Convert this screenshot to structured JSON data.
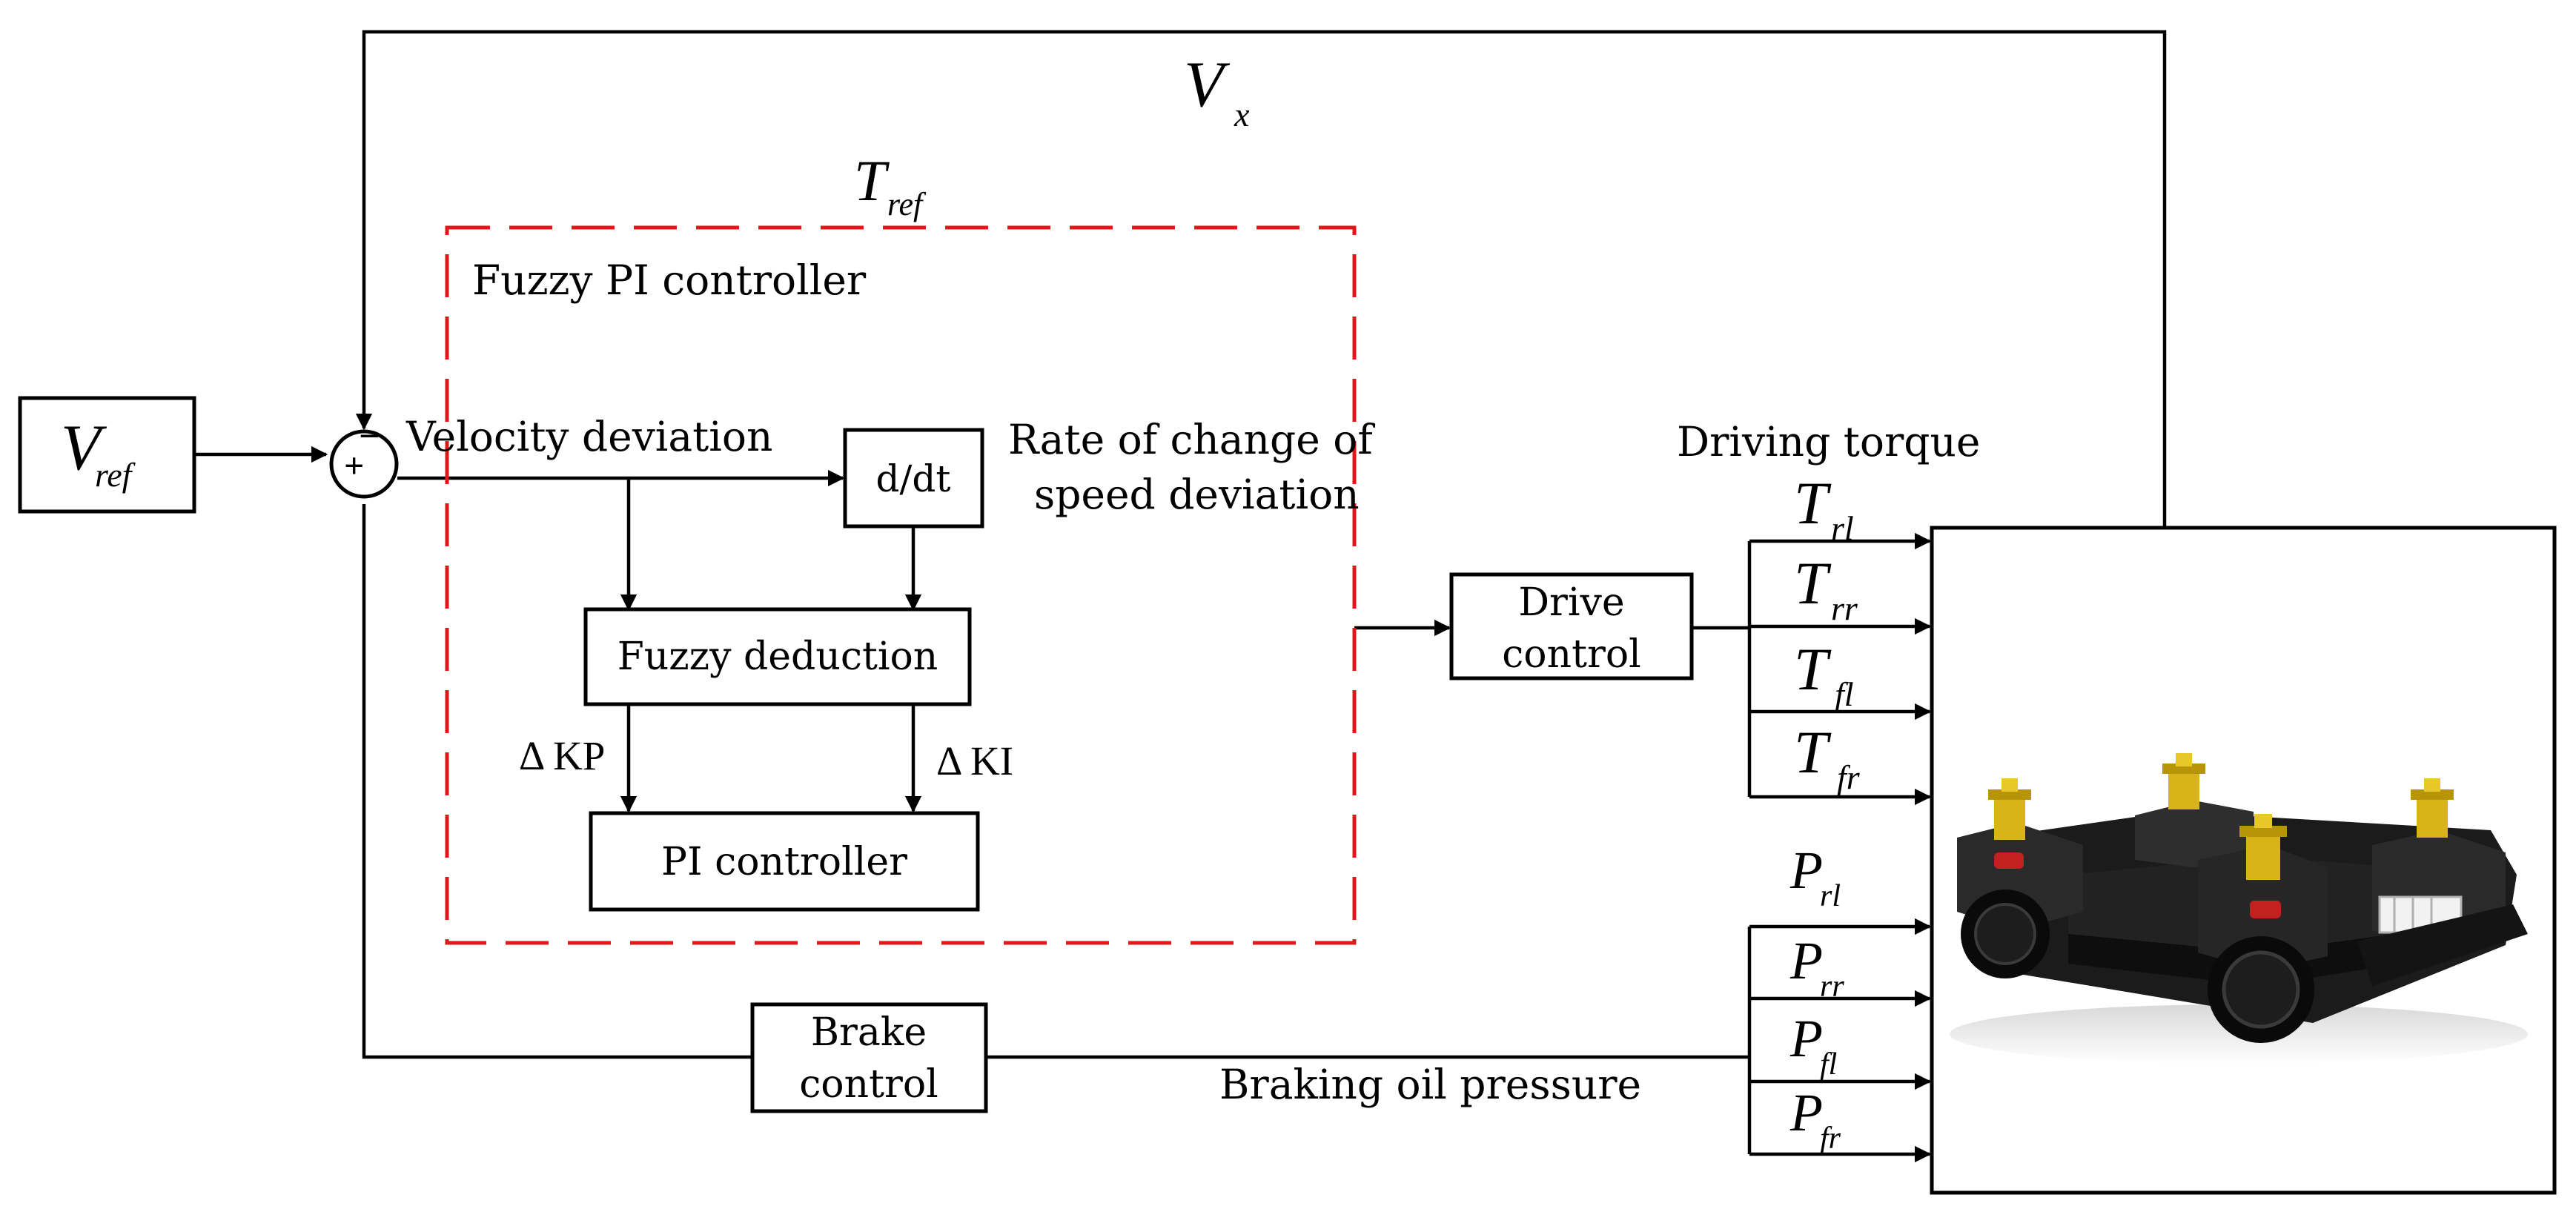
{
  "labels": {
    "v_ref_main": "V",
    "v_ref_sub": "ref",
    "v_x_main": "V",
    "v_x_sub": "x",
    "t_ref_main": "T",
    "t_ref_sub": "ref",
    "fuzzy_pi_title": "Fuzzy PI controller",
    "velocity_deviation": "Velocity deviation",
    "derivative": "d/dt",
    "rate_line1": "Rate of change of",
    "rate_line2": "speed deviation",
    "fuzzy_deduction": "Fuzzy deduction",
    "delta_kp": "Δ KP",
    "delta_ki": "Δ KI",
    "pi_controller": "PI controller",
    "drive_control_line1": "Drive",
    "drive_control_line2": "control",
    "brake_control_line1": "Brake",
    "brake_control_line2": "control",
    "driving_torque": "Driving torque",
    "braking_oil_pressure": "Braking oil pressure",
    "sum_plus": "+",
    "sum_minus": "−"
  },
  "torques": [
    {
      "main": "T",
      "sub": "rl"
    },
    {
      "main": "T",
      "sub": "rr"
    },
    {
      "main": "T",
      "sub": "fl"
    },
    {
      "main": "T",
      "sub": "fr"
    }
  ],
  "pressures": [
    {
      "main": "P",
      "sub": "rl"
    },
    {
      "main": "P",
      "sub": "rr"
    },
    {
      "main": "P",
      "sub": "fl"
    },
    {
      "main": "P",
      "sub": "fr"
    }
  ],
  "colors": {
    "line": "#000000",
    "fuzzy_border": "#e0181b",
    "vehicle_body": "#151515",
    "actuator": "#d8b418",
    "spring": "#c42020"
  }
}
